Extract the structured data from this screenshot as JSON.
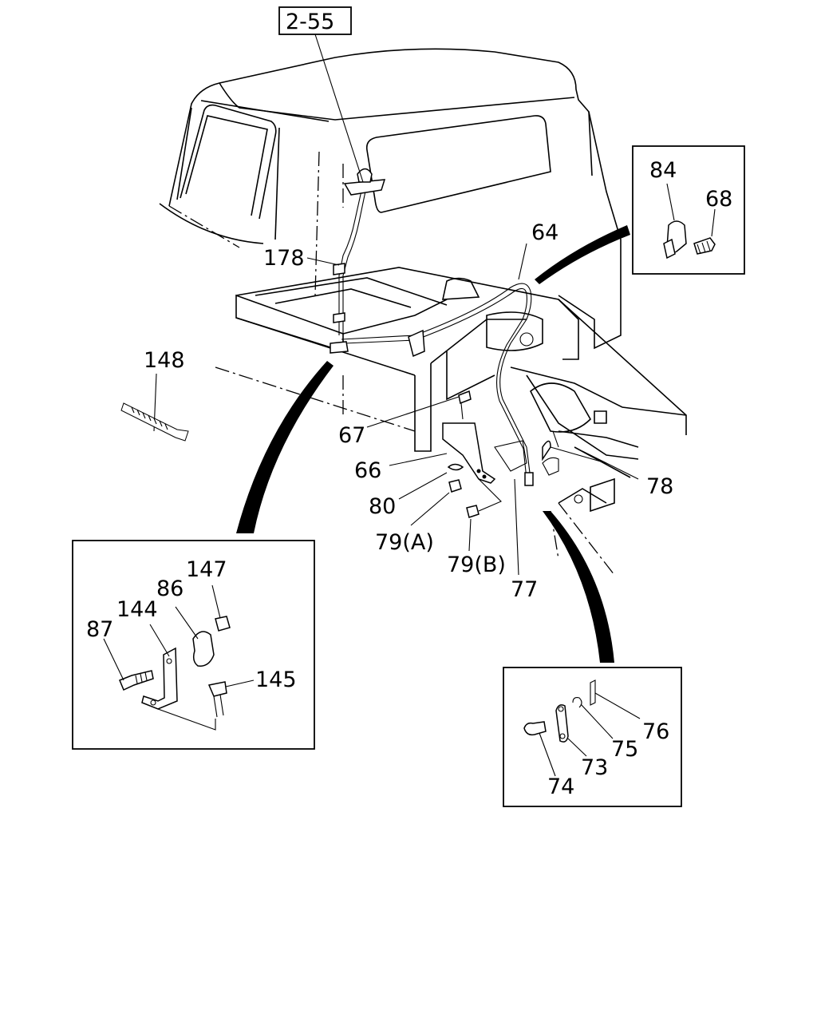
{
  "reference_box": "2-55",
  "labels": {
    "p64": "64",
    "p66": "66",
    "p67": "67",
    "p68": "68",
    "p73": "73",
    "p74": "74",
    "p75": "75",
    "p76": "76",
    "p77": "77",
    "p78": "78",
    "p79a": "79(A)",
    "p79b": "79(B)",
    "p80": "80",
    "p84": "84",
    "p86": "86",
    "p87": "87",
    "p144": "144",
    "p145": "145",
    "p147": "147",
    "p148": "148",
    "p178": "178"
  }
}
